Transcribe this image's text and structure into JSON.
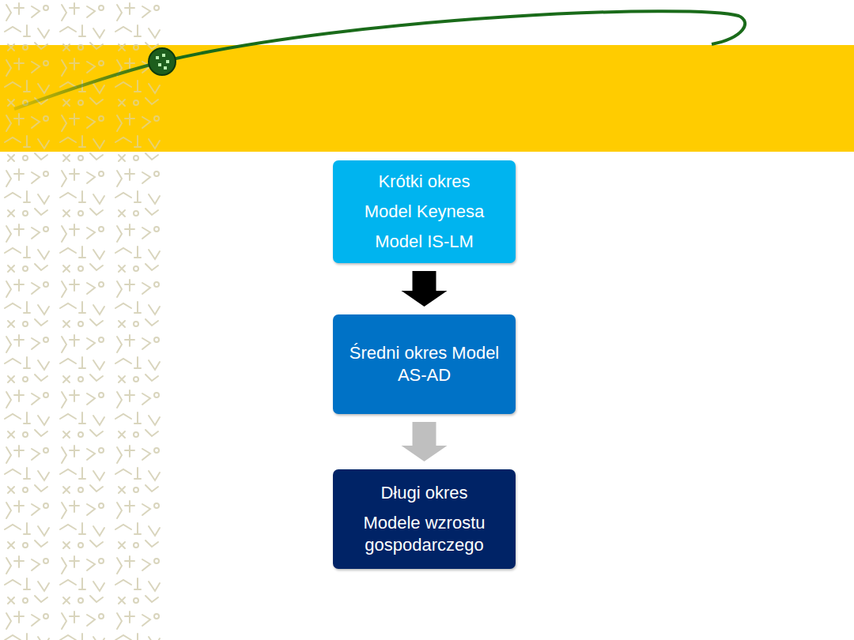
{
  "diagram": {
    "nodes": [
      {
        "text": [
          "Krótki okres",
          "Model Keynesa",
          "Model IS-LM"
        ]
      },
      {
        "text": [
          "Średni okres Model AS-AD"
        ]
      },
      {
        "text": [
          "Długi okres",
          "Modele wzrostu gospodarczego"
        ]
      }
    ],
    "edges": [
      {
        "from": 0,
        "to": 1,
        "arrow": "to"
      },
      {
        "from": 1,
        "to": 2,
        "arrow": "to"
      }
    ]
  }
}
